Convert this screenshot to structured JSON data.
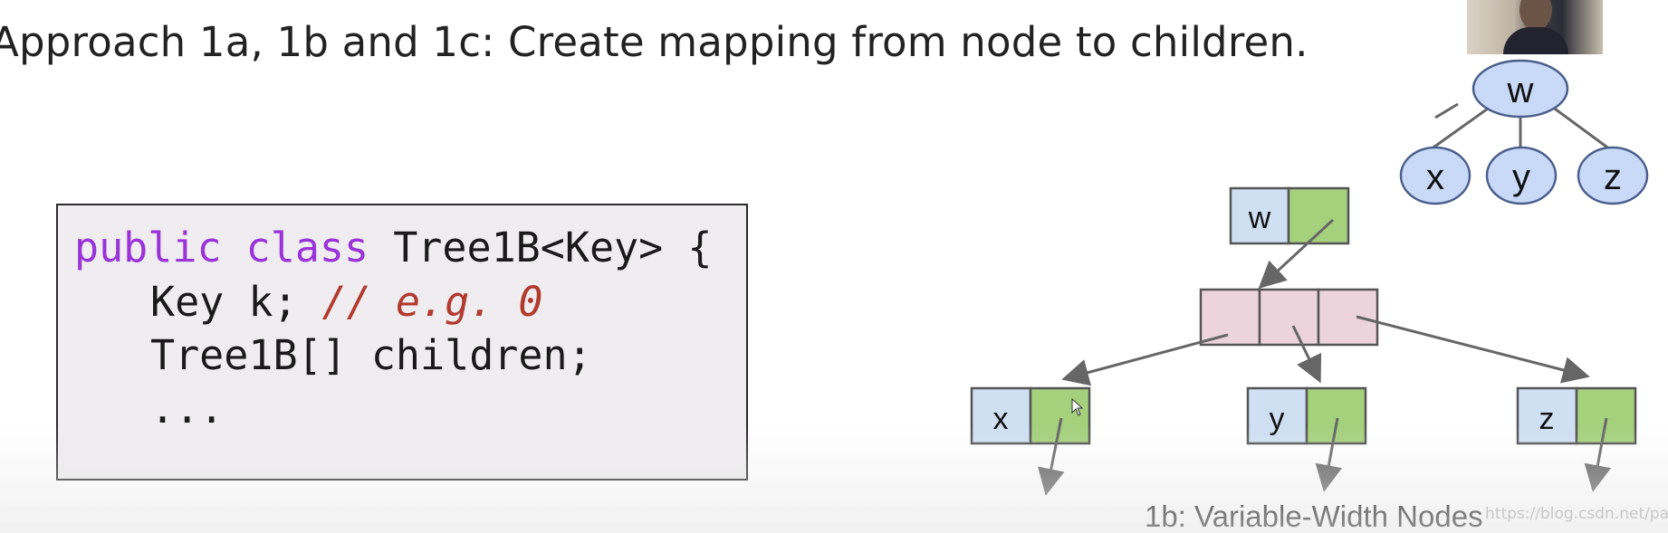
{
  "slide": {
    "title": "Approach 1a, 1b and 1c: Create mapping from node to children.",
    "code": {
      "line1_kw1": "public",
      "line1_kw2": "class",
      "line1_rest": "Tree1B<Key> {",
      "line2_code": "Key k; ",
      "line2_comment": "// e.g. 0",
      "line3": "Tree1B[] children;",
      "line4": "..."
    },
    "logical_tree": {
      "root": "w",
      "children": [
        "x",
        "y",
        "z"
      ]
    },
    "node_diagram": {
      "root_label": "w",
      "child_labels": [
        "x",
        "y",
        "z"
      ],
      "caption": "1b: Variable-Width Nodes"
    },
    "watermark": "https://blog.csdn.net/paleatta"
  },
  "colors": {
    "keyword": "#9a34d8",
    "comment": "#b23a2e",
    "node_blue": "#cfe0f3",
    "node_green": "#a5d07c",
    "array_pink": "#ecd3dc",
    "ellipse_fill": "#c9daf8",
    "ellipse_stroke": "#4a5f8a",
    "edge": "#666666"
  }
}
